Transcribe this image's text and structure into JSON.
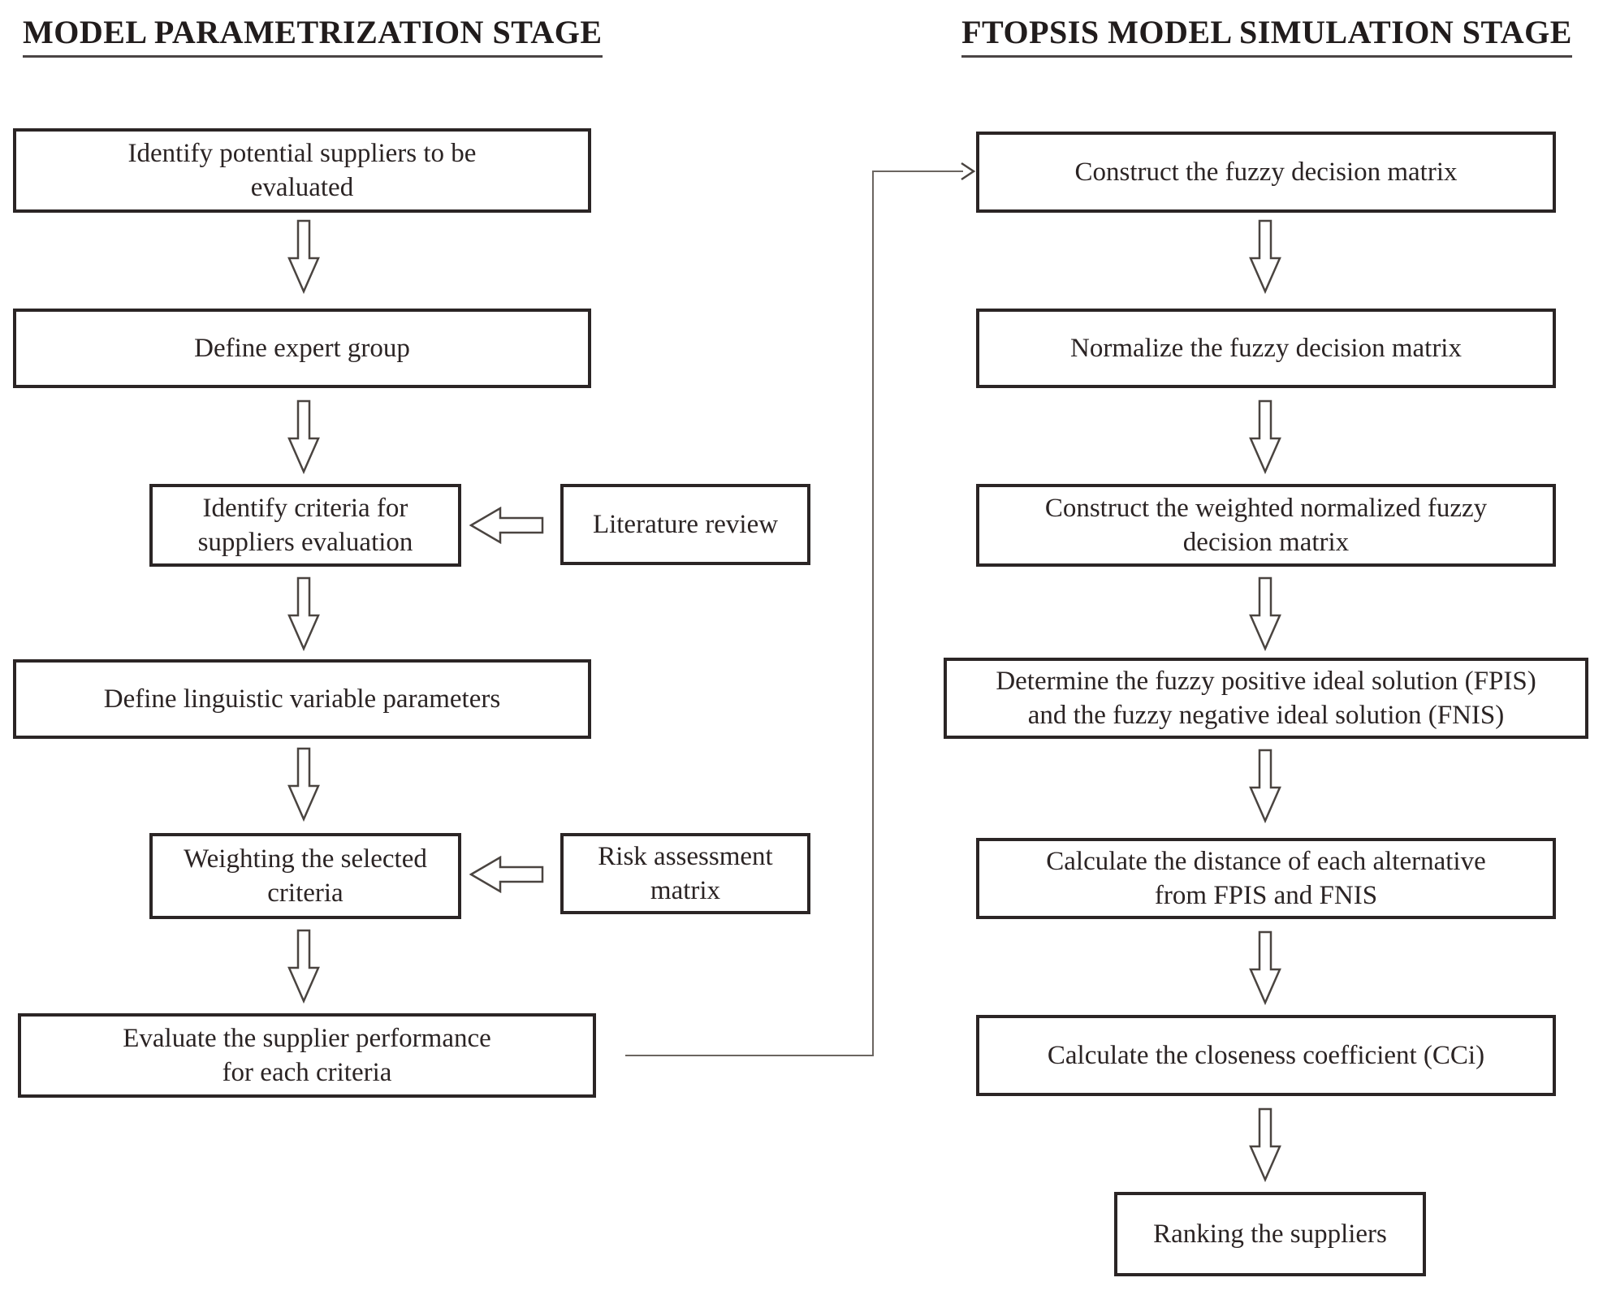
{
  "figure": {
    "type": "flowchart",
    "description": "Two-stage FTOPSIS supplier selection flowchart"
  },
  "colors": {
    "ink": "#2b2525",
    "text": "#2b2424",
    "connector_line": "#6b6560",
    "background": "#ffffff"
  },
  "left": {
    "title": "MODEL PARAMETRIZATION STAGE",
    "boxes": [
      {
        "label": "Identify potential suppliers to be\nevaluated"
      },
      {
        "label": "Define expert group"
      },
      {
        "label": "Identify criteria for\nsuppliers evaluation"
      },
      {
        "label": "Define linguistic variable parameters"
      },
      {
        "label": "Weighting the selected\ncriteria"
      },
      {
        "label": "Evaluate the supplier performance\nfor each criteria"
      }
    ],
    "inputs": [
      {
        "label": "Literature review"
      },
      {
        "label": "Risk assessment\nmatrix"
      }
    ]
  },
  "right": {
    "title": "FTOPSIS MODEL SIMULATION STAGE",
    "boxes": [
      {
        "label": "Construct the fuzzy decision matrix"
      },
      {
        "label": "Normalize the fuzzy decision matrix"
      },
      {
        "label": "Construct the weighted normalized fuzzy\ndecision matrix"
      },
      {
        "label": "Determine the fuzzy positive ideal solution (FPIS)\nand the fuzzy negative ideal solution (FNIS)"
      },
      {
        "label": "Calculate the distance of each alternative\nfrom FPIS and FNIS"
      },
      {
        "label": "Calculate the closeness coefficient (CCi)"
      },
      {
        "label": "Ranking the suppliers"
      }
    ]
  }
}
